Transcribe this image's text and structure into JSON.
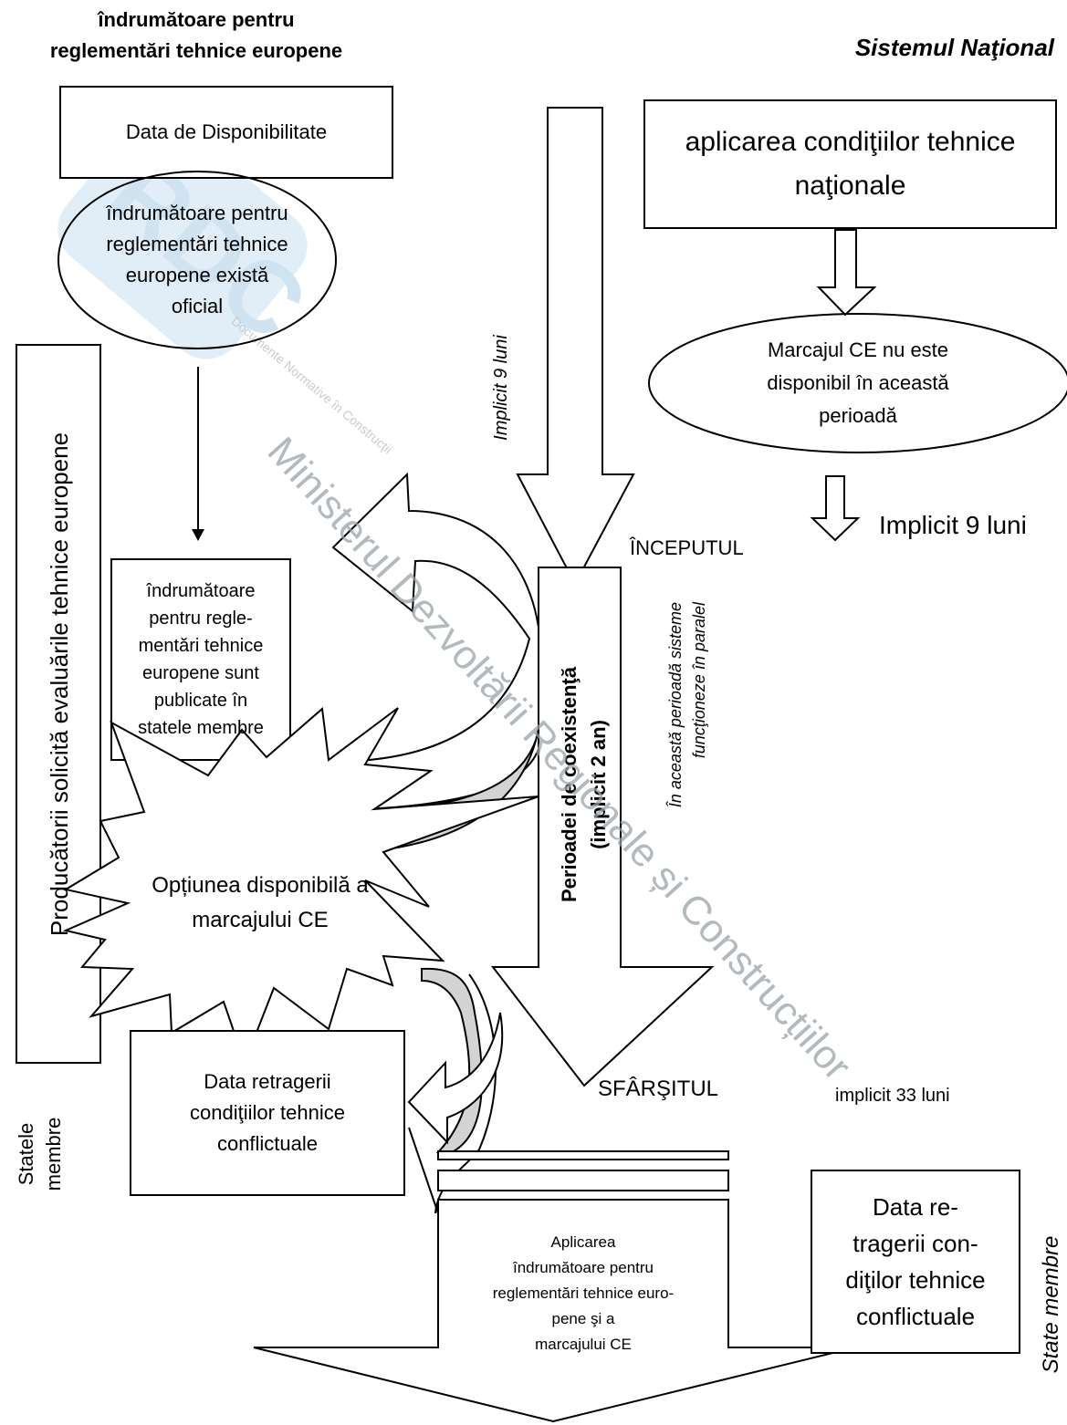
{
  "header": {
    "left_title": "îndrumătoare pentru\nreglementări tehnice europene",
    "right_title": "Sistemul Naţional"
  },
  "left_flow": {
    "availability_box": "Data de Disponibilitate",
    "exists_ellipse": "îndrumătoare pentru\nreglementări tehnice\neuropene există\noficial",
    "published_box": "îndrumătoare\npentru regle-\nmentări tehnice\neuropene sunt\npublicate în\nstatele membre",
    "producers_label": "Producătorii solicită evaluările tehnice europene",
    "option_star": "Opțiunea disponibilă a\nmarcajului CE",
    "withdrawal_box": "Data retragerii\ncondiţiilor tehnice\nconflictuale",
    "member_states_left": "Statele\nmembre"
  },
  "center_flow": {
    "implicit_9_vertical": "Implicit 9 luni",
    "start_label": "ÎNCEPUTUL",
    "coexistence_line1": "Perioadei de coexistenţă",
    "coexistence_line2": "(implicit 2 an)",
    "parallel_note": "În această perioadă sisteme\nfuncţioneze în paralel",
    "end_label": "SFÂRŞITUL",
    "application_box": "Aplicarea\nîndrumătoare pentru\nreglementări tehnice euro-\npene şi a\nmarcajului CE"
  },
  "right_flow": {
    "national_box": "aplicarea condiţiilor tehnice\nnaţionale",
    "ce_ellipse": "Marcajul CE nu este\ndisponibil în această\nperioadă",
    "implicit_9_right": "Implicit 9 luni",
    "implicit_33": "implicit 33 luni",
    "withdrawal_box_right": "Data re-\ntragerii con-\ndiţilor tehnice\nconflictuale",
    "member_states_right": "State membre"
  },
  "watermark": {
    "logo_text": "RDC",
    "logo_subtext": "Documente Normative în Construcţii",
    "diagonal_text": "Ministerul Dezvoltării Regionale și Construcțiilor"
  },
  "colors": {
    "stroke": "#000000",
    "gray_fill": "#d3d3d3",
    "watermark": "#9aa3a9",
    "watermark_logo": "#c9e1f1"
  }
}
